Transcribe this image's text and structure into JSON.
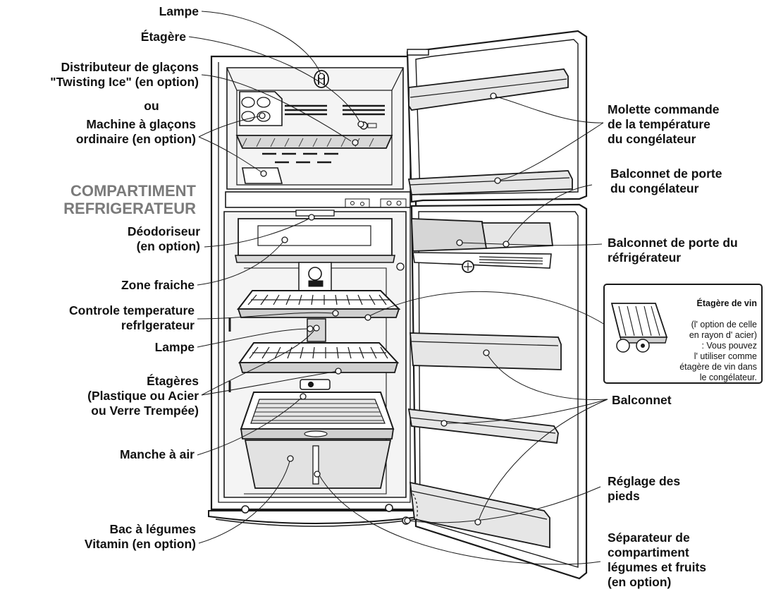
{
  "colors": {
    "line": "#1a1a1a",
    "section_label": "#7a7a7a",
    "liner": "#f4f4f4",
    "crisper": "#e2e2e2"
  },
  "section_label": "COMPARTIMENT\nREFRIGERATEUR",
  "labels": {
    "lampe_top": "Lampe",
    "etagere_top": "Étagère",
    "distributeur": "Distributeur de glaçons\n\"Twisting Ice\" (en option)",
    "ou": "ou",
    "machine": "Machine à glaçons\nordinaire (en option)",
    "deodoriseur": "Déodoriseur\n(en option)",
    "zone_fraiche": "Zone fraiche",
    "controle": "Controle temperature\nrefrlgerateur",
    "lampe_mid": "Lampe",
    "etageres": "Étagères\n(Plastique ou Acier\nou Verre Trempée)",
    "manche": "Manche à air",
    "bac": "Bac à légumes\nVitamin (en option)",
    "molette": "Molette commande\nde la température\ndu congélateur",
    "balconnet_cong": "Balconnet de porte\ndu congélateur",
    "balconnet_refr": "Balconnet de porte du\nréfrigérateur",
    "balconnet": "Balconnet",
    "reglage": "Réglage des\npieds",
    "separateur": "Séparateur de\ncompartiment\nlégumes et fruits\n(en option)"
  },
  "inset": {
    "title": "Étagère de vin",
    "body": "(l' option de celle\nen rayon d' acier)\n: Vous pouvez\nl' utiliser comme\nétagère de vin dans\nle congélateur."
  }
}
